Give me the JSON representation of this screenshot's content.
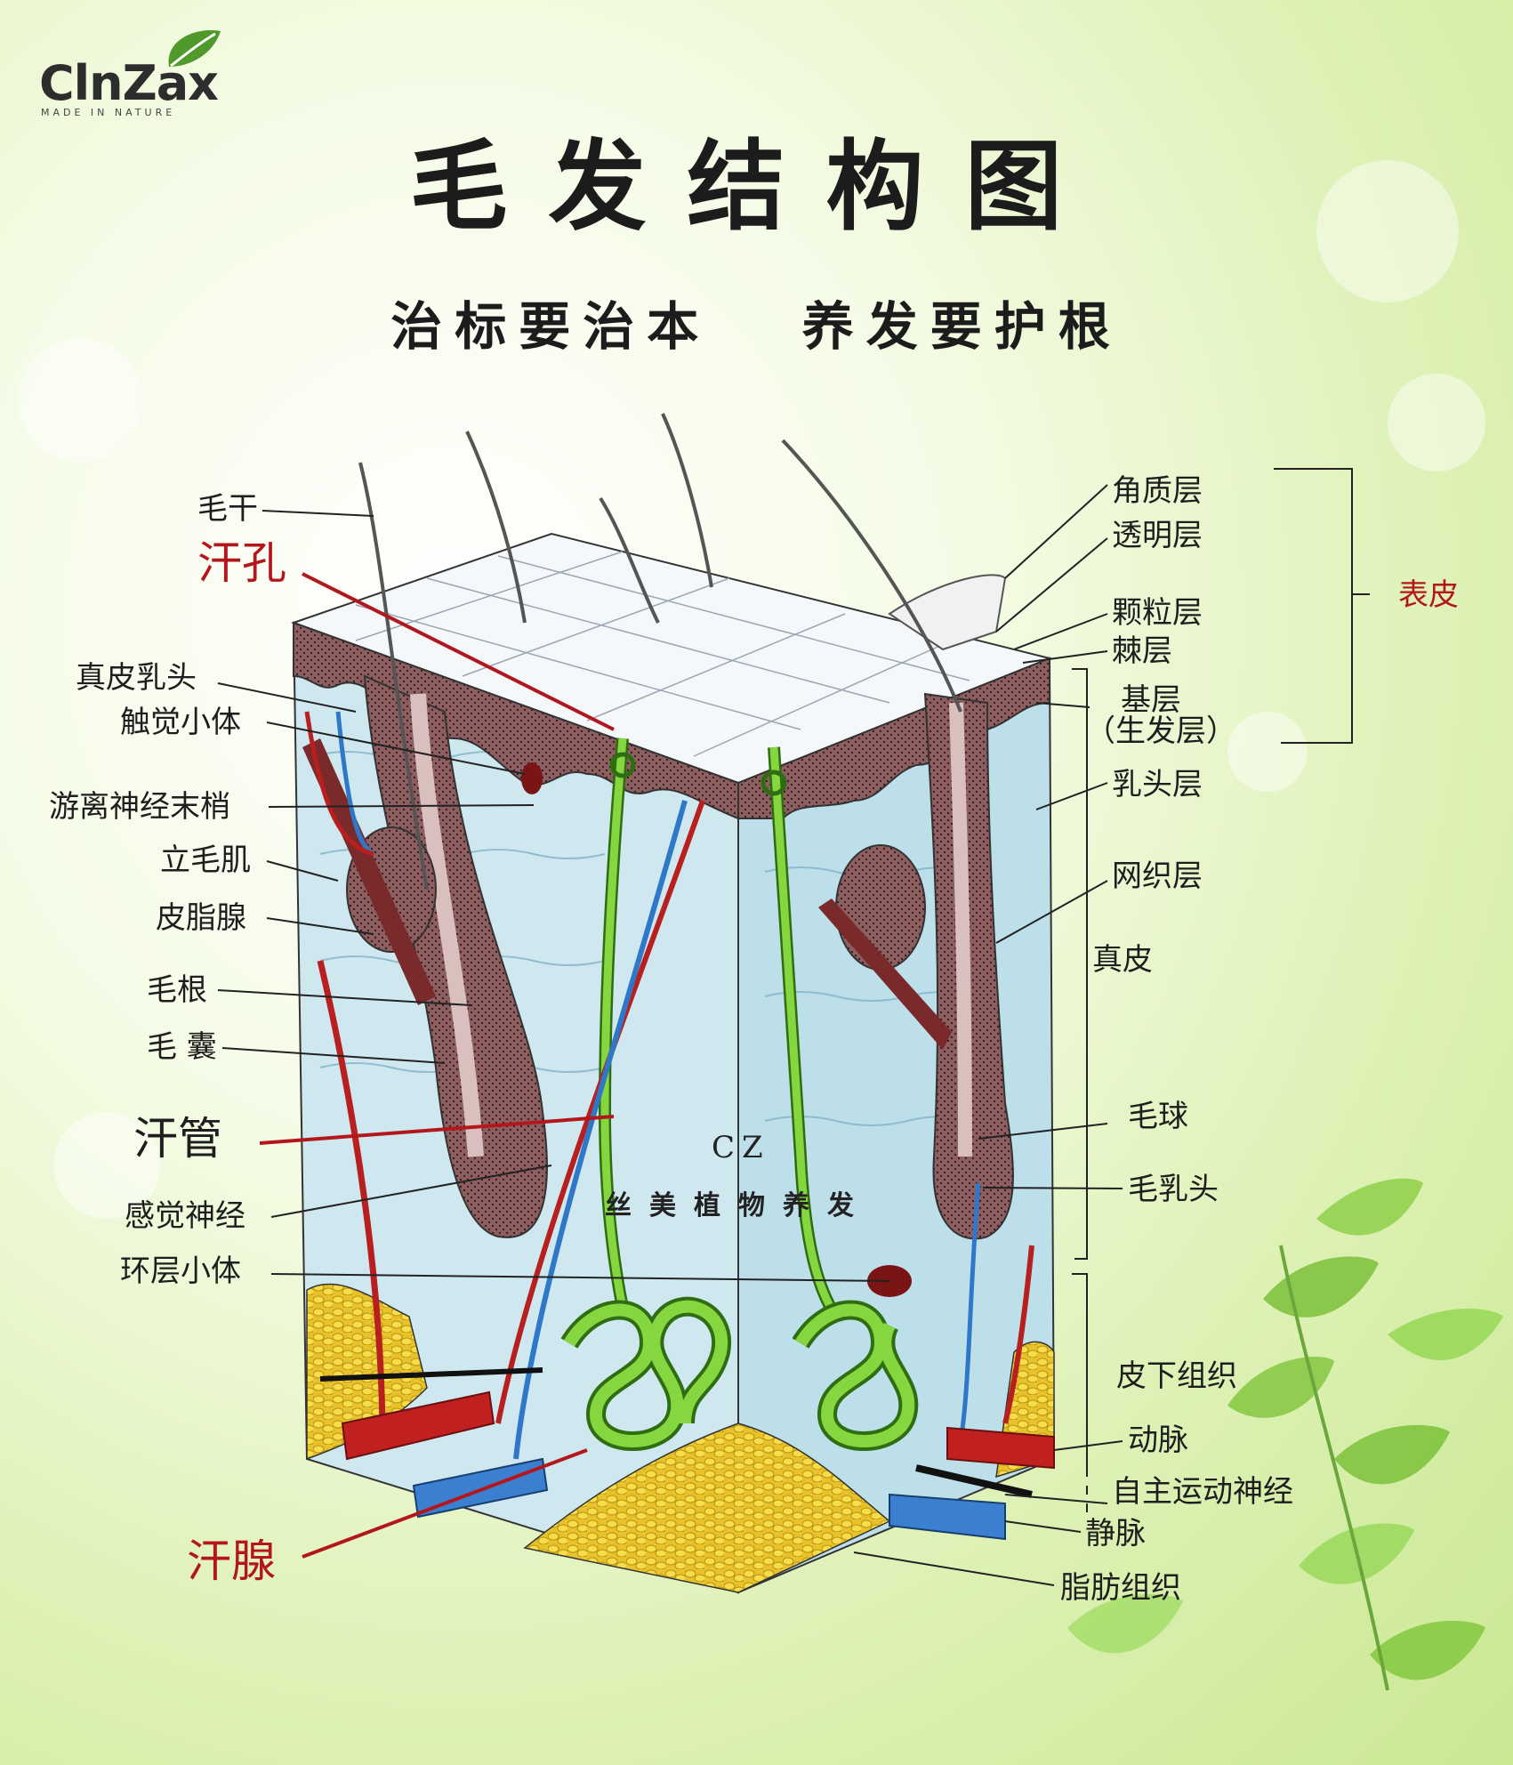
{
  "logo": {
    "name": "ClnZax",
    "tagline": "MADE IN NATURE"
  },
  "title": "毛发结构图",
  "subtitle": "治标要治本   养发要护根",
  "watermark": {
    "code": "CZ",
    "text": "丝美植物养发"
  },
  "labels_left": {
    "hair_shaft": "毛干",
    "sweat_pore": "汗孔",
    "dermal_papilla": "真皮乳头",
    "tactile_corpuscle": "触觉小体",
    "free_nerve_ending": "游离神经末梢",
    "arrector_pili": "立毛肌",
    "sebaceous_gland": "皮脂腺",
    "hair_root": "毛根",
    "hair_follicle": "毛 囊",
    "sweat_duct": "汗管",
    "sensory_nerve": "感觉神经",
    "pacinian_corpuscle": "环层小体",
    "sweat_gland": "汗腺"
  },
  "labels_right": {
    "stratum_corneum": "角质层",
    "stratum_lucidum": "透明层",
    "stratum_granulosum": "颗粒层",
    "stratum_spinosum": "棘层",
    "stratum_basale": "基层",
    "germinal_layer": "（生发层）",
    "epidermis": "表皮",
    "papillary_layer": "乳头层",
    "reticular_layer": "网织层",
    "dermis": "真皮",
    "hair_bulb": "毛球",
    "hair_papilla": "毛乳头",
    "subcutaneous": "皮下组织",
    "artery": "动脉",
    "autonomic_nerve": "自主运动神经",
    "vein": "静脉",
    "adipose": "脂肪组织"
  },
  "colors": {
    "dermis_blue": "#cde6ee",
    "epidermis_brown": "#8a5a5c",
    "artery_red": "#c0201f",
    "vein_blue": "#3a7fd0",
    "sweat_gland_green": "#7fd23a",
    "fat_yellow": "#f2d23a",
    "label_red": "#b3171b"
  }
}
